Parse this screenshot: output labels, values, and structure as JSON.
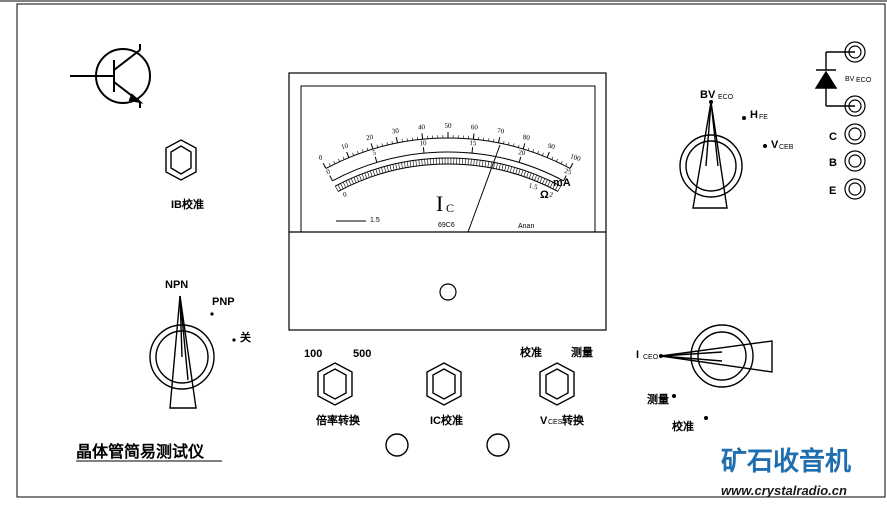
{
  "title": "晶体管简易测试仪",
  "knobs": {
    "ib_cal": "IB校准",
    "mode_npn": "NPN",
    "mode_pnp": "PNP",
    "mode_off": "关",
    "mult_100": "100",
    "mult_500": "500",
    "mult_switch": "倍率转换",
    "ic_cal": "IC校准",
    "vce_cal": "校准",
    "vce_measure": "测量",
    "vce_switch_main": "V",
    "vce_switch_sub": "CES",
    "vce_switch_suffix": "转换",
    "iceo_main": "I",
    "iceo_sub": "CEO",
    "iceo_measure": "测量",
    "iceo_cal": "校准",
    "bv_main": "BV",
    "bv_sub": "ECO",
    "hfe_main": "H",
    "hfe_sub": "FE",
    "vceb_main": "V",
    "vceb_sub": "CEB"
  },
  "terminals": {
    "bv_main": "BV",
    "bv_sub": "ECO",
    "c": "C",
    "b": "B",
    "e": "E"
  },
  "meter": {
    "symbol_main": "I",
    "symbol_sub": "C",
    "model": "69C6",
    "class": "1.5",
    "maker": "Anan",
    "unit_top": "mA",
    "unit_bottom": "Ω",
    "top_scale": [
      "0",
      "10",
      "20",
      "30",
      "40",
      "50",
      "60",
      "70",
      "80",
      "90",
      "100"
    ],
    "mid_scale": [
      "0",
      "5",
      "10",
      "15",
      "20",
      "25"
    ],
    "bottom_scale": [
      "0",
      "1.5",
      "2"
    ]
  },
  "brand": {
    "name": "矿石收音机",
    "url": "www.crystalradio.cn"
  }
}
